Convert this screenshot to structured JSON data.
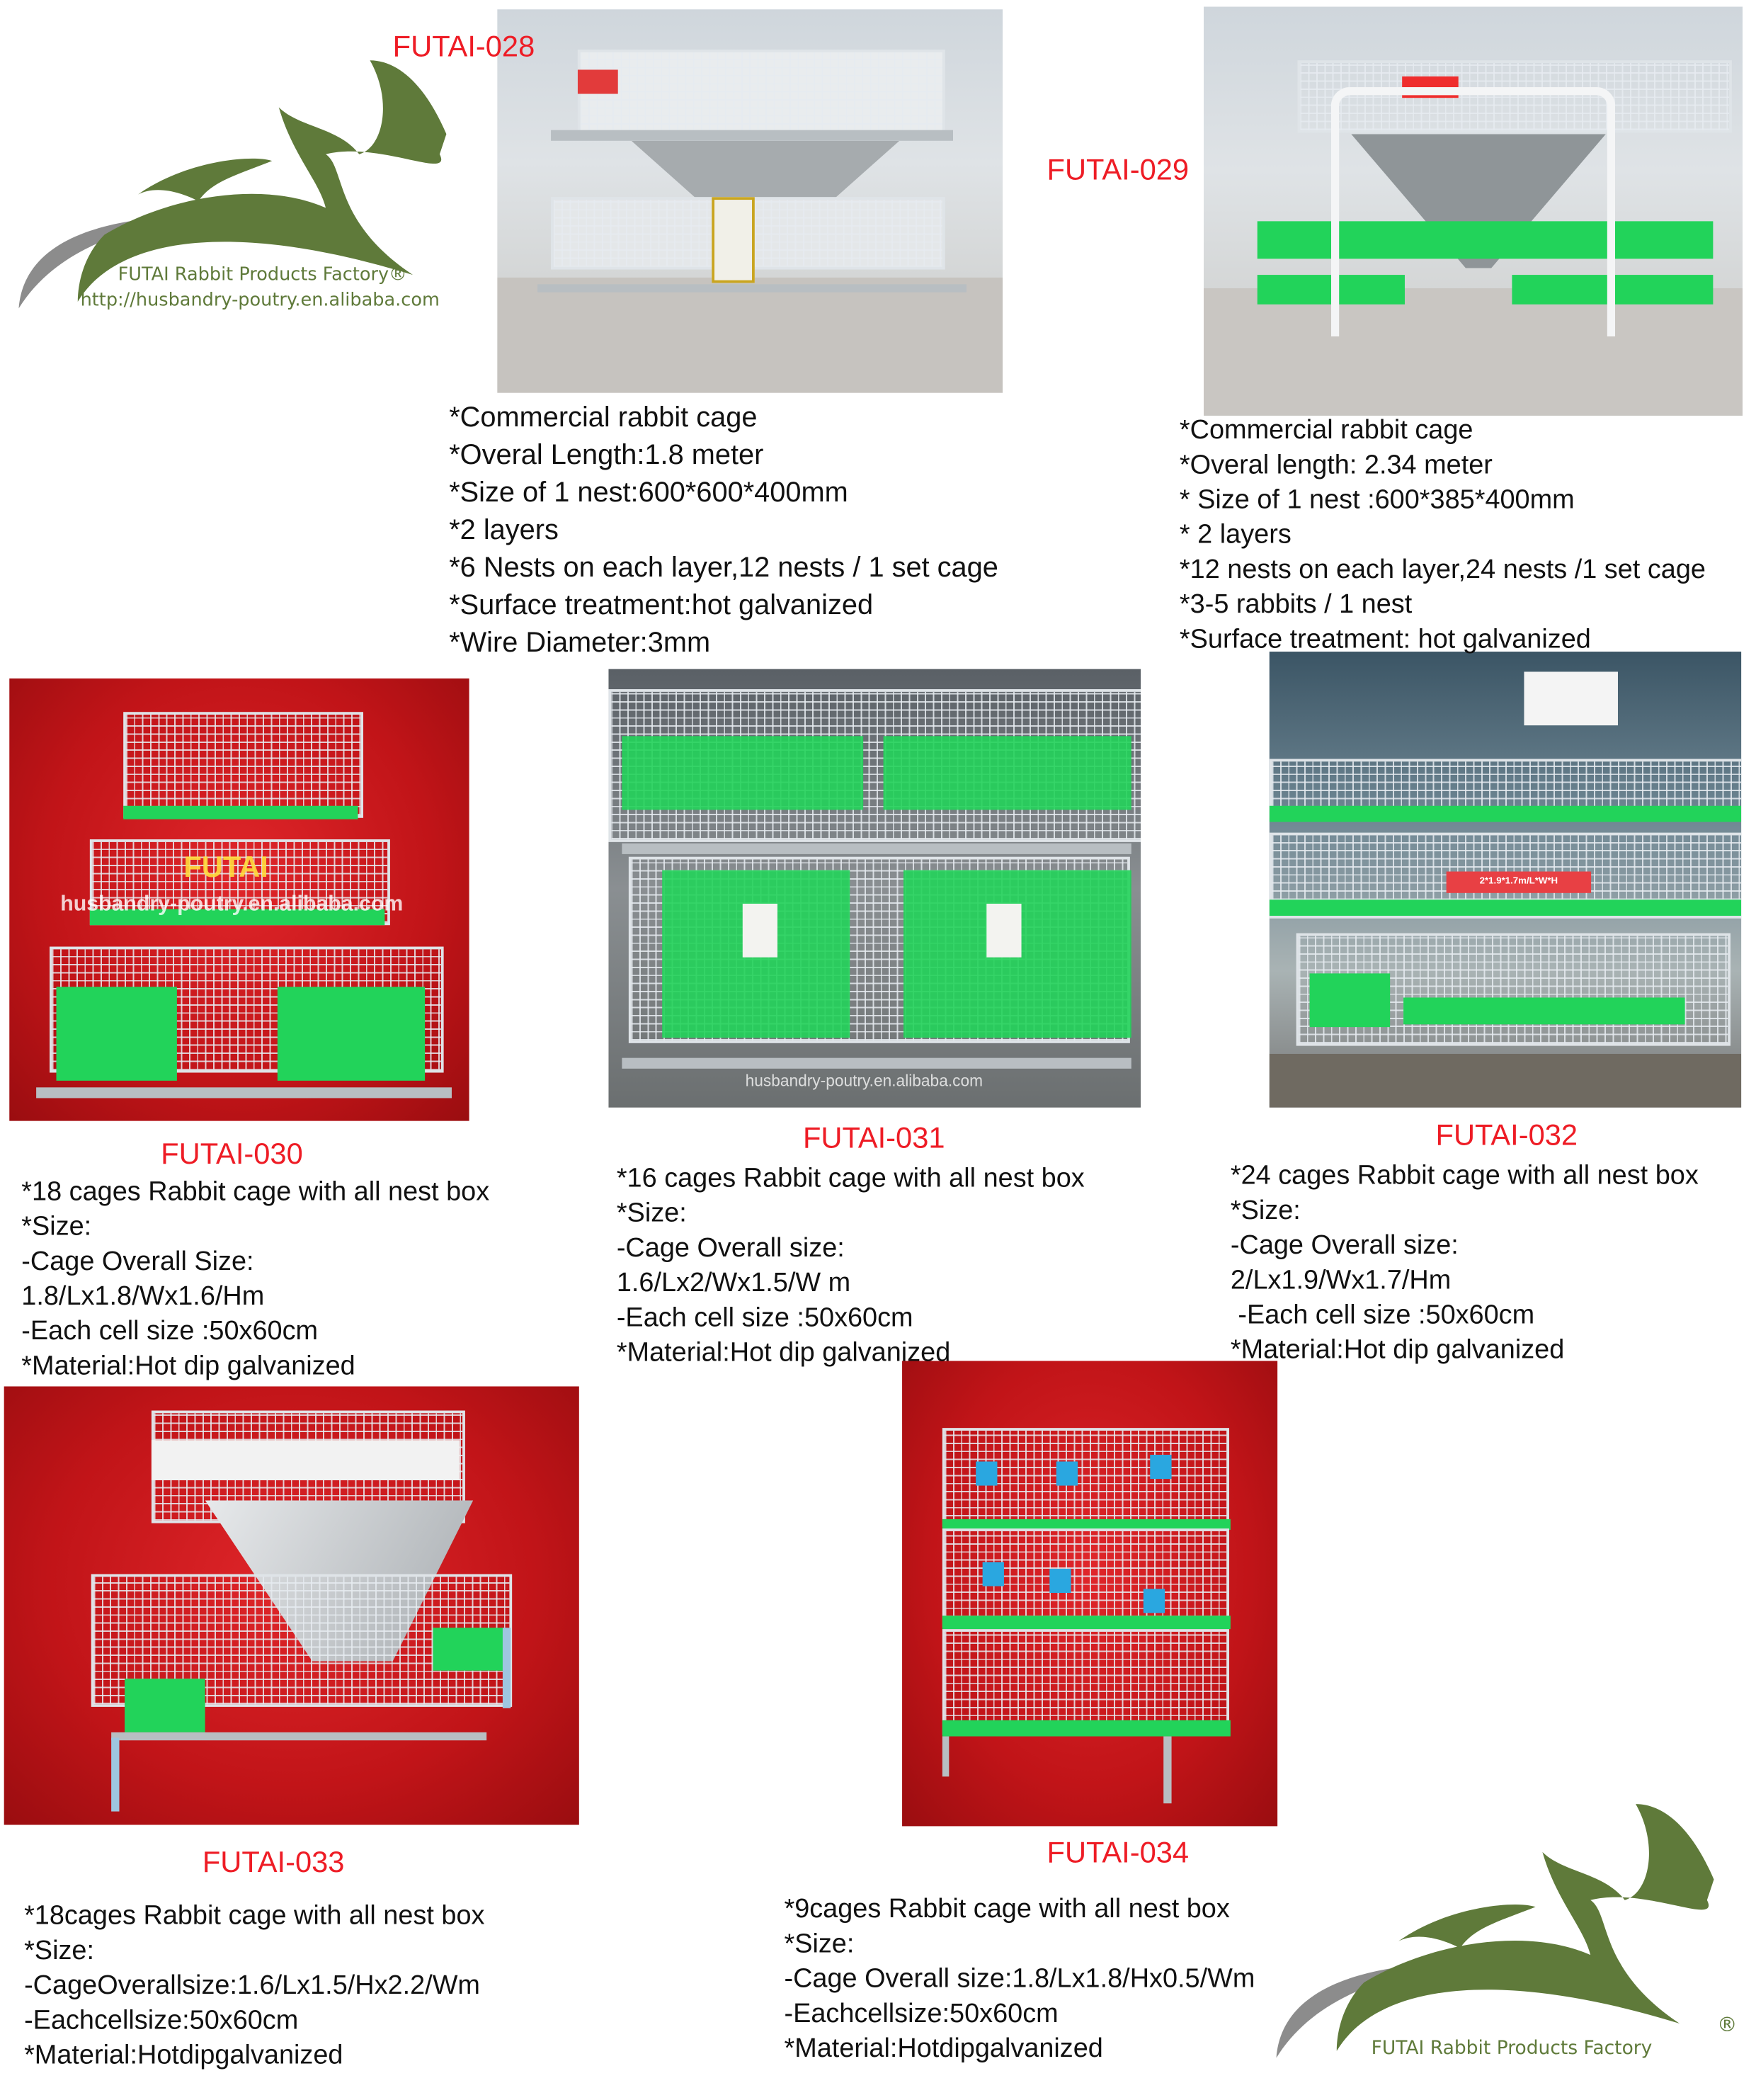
{
  "logo_top": {
    "brand": "FUTAI Rabbit Products Factory®",
    "url": "http://husbandry-poutry.en.alibaba.com"
  },
  "logo_bottom": {
    "brand": "FUTAI Rabbit Products Factory",
    "mark": "®"
  },
  "colors": {
    "label": "#ee1c25",
    "logo_green": "#5f7a3a",
    "cage_green": "#22d35a",
    "backdrop_red": "#c11418"
  },
  "products": [
    {
      "code": "FUTAI-028",
      "specs": [
        "*Commercial rabbit cage",
        "*Overal Length:1.8 meter",
        "*Size of 1 nest:600*600*400mm",
        "*2 layers",
        "*6 Nests on each layer,12 nests / 1 set cage",
        "*Surface treatment:hot galvanized",
        "*Wire Diameter:3mm"
      ]
    },
    {
      "code": "FUTAI-029",
      "specs": [
        "*Commercial rabbit cage",
        "*Overal length: 2.34 meter",
        "* Size of 1 nest :600*385*400mm",
        "* 2 layers",
        "*12 nests on each layer,24 nests /1 set cage",
        "*3-5 rabbits / 1 nest",
        "*Surface treatment: hot galvanized"
      ]
    },
    {
      "code": "FUTAI-030",
      "specs": [
        "*18 cages Rabbit cage with all nest box",
        "*Size:",
        "-Cage Overall Size:",
        "1.8/Lx1.8/Wx1.6/Hm",
        "-Each cell size :50x60cm",
        "*Material:Hot dip galvanized"
      ],
      "watermark": "husbandry-poutry.en.alibaba.com",
      "watermark_brand": "FUTAI"
    },
    {
      "code": "FUTAI-031",
      "specs": [
        "*16 cages Rabbit cage with all nest box",
        "*Size:",
        "-Cage Overall size:",
        "1.6/Lx2/Wx1.5/W m",
        "-Each cell size :50x60cm",
        "*Material:Hot dip galvanized"
      ],
      "watermark": "husbandry-poutry.en.alibaba.com"
    },
    {
      "code": "FUTAI-032",
      "specs": [
        "*24 cages Rabbit cage with all nest box",
        "*Size:",
        "-Cage Overall size:",
        "2/Lx1.9/Wx1.7/Hm",
        " -Each cell size :50x60cm",
        "*Material:Hot dip galvanized"
      ],
      "photo_tag": "2*1.9*1.7m/L*W*H"
    },
    {
      "code": "FUTAI-033",
      "specs": [
        "*18cages Rabbit cage with all nest box",
        "*Size:",
        "-CageOverallsize:1.6/Lx1.5/Hx2.2/Wm",
        "-Eachcellsize:50x60cm",
        "*Material:Hotdipgalvanized"
      ]
    },
    {
      "code": "FUTAI-034",
      "specs": [
        "*9cages Rabbit cage with all nest box",
        "*Size:",
        "-Cage Overall size:1.8/Lx1.8/Hx0.5/Wm",
        "-Eachcellsize:50x60cm",
        "*Material:Hotdipgalvanized"
      ]
    }
  ]
}
